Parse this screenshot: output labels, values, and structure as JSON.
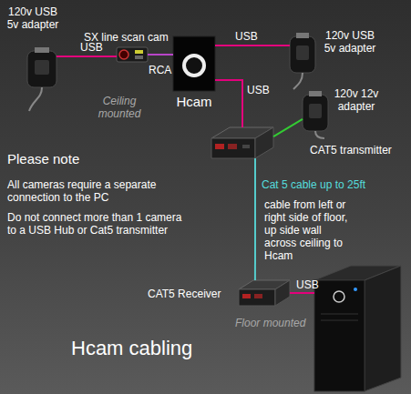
{
  "diagram": {
    "title": "Hcam cabling",
    "nodes": [
      {
        "text": [
          "120v USB 5v adapter"
        ]
      },
      {
        "text": [
          "SX line scan cam"
        ]
      },
      {
        "text": [
          "Hcam"
        ]
      },
      {
        "text": [
          "120v USB 5v adapter"
        ]
      },
      {
        "text": [
          "120v 12v adapter"
        ]
      },
      {
        "text": [
          "CAT5 transmitter"
        ]
      },
      {
        "text": [
          "CAT5 Receiver"
        ]
      }
    ],
    "edges": [
      {
        "from": 0,
        "to": 1,
        "label": "USB",
        "arrow": "none"
      },
      {
        "from": 1,
        "to": 2,
        "label": "RCA",
        "arrow": "none"
      },
      {
        "from": 2,
        "to": 3,
        "label": "USB",
        "arrow": "none"
      },
      {
        "from": 2,
        "to": 5,
        "label": "USB",
        "arrow": "none"
      },
      {
        "from": 4,
        "to": 5,
        "arrow": "none"
      },
      {
        "from": 5,
        "to": 6,
        "label": "Cat 5 cable up to 25ft",
        "arrow": "none"
      }
    ],
    "labels": [
      "Ceiling mounted",
      "Please note",
      "All cameras require a separate connection to the PC",
      "Do not connect more than 1 camera to a USB Hub or Cat5 transmitter",
      "cable from left or right side of floor, up side wall across ceiling to Hcam",
      "USB",
      "Floor mounted"
    ]
  }
}
